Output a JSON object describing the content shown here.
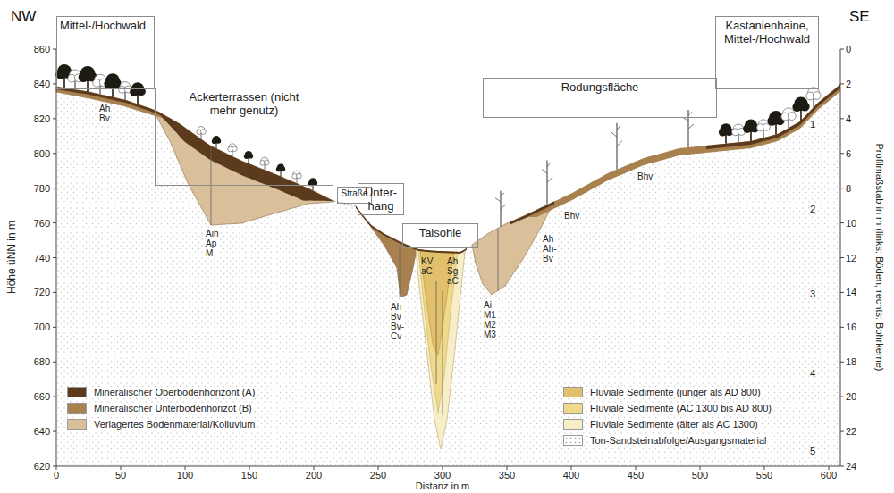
{
  "diagram": {
    "nodes": [
      {
        "text": [
          "Mittel-/Hochwald"
        ]
      },
      {
        "text": [
          "Ackerterrassen (nicht mehr genutz)"
        ]
      },
      {
        "text": [
          "Straße"
        ]
      },
      {
        "text": [
          "Unter- hang"
        ]
      },
      {
        "text": [
          "Talsohle"
        ]
      },
      {
        "text": [
          "Rodungsfläche"
        ]
      },
      {
        "text": [
          "Kastanienhaine, Mittel-/Hochwald"
        ]
      }
    ],
    "labels": [
      "NW",
      "SE",
      "620",
      "640",
      "660",
      "680",
      "700",
      "720",
      "740",
      "760",
      "780",
      "800",
      "820",
      "840",
      "860",
      "0",
      "50",
      "100",
      "150",
      "200",
      "250",
      "300",
      "350",
      "400",
      "450",
      "500",
      "550",
      "600",
      "0",
      "2",
      "4",
      "6",
      "8",
      "10",
      "12",
      "14",
      "16",
      "18",
      "20",
      "22",
      "24",
      "1",
      "2",
      "3",
      "4",
      "5",
      "Höhe üNN in m",
      "Distanz in m",
      "Profilmaßstab in m (links: Böden, rechts: Bohrkerne)",
      "Ah Bv",
      "Aih Ap M",
      "Ah Bv Bv- Cv",
      "KV aC",
      "Ah Sg aC",
      "Ai M1 M2 M3",
      "Ah Ah- Bv",
      "Bhv",
      "Bhv"
    ],
    "legend": [
      {
        "text": "Mineralischer Oberbodenhorizont (A)",
        "color": "#5b3b1c"
      },
      {
        "text": "Mineralischer Unterbodenhorizot (B)",
        "color": "#a9814f"
      },
      {
        "text": "Verlagertes Bodenmaterial/Kolluvium",
        "color": "#d9c09a"
      },
      {
        "text": "Fluviale Sedimente (jünger als AD 800)",
        "color": "#e2bf6a"
      },
      {
        "text": "Fluviale Sedimente (AC 1300 bis AD 800)",
        "color": "#eed98c"
      },
      {
        "text": "Fluviale Sedimente (älter als AC 1300)",
        "color": "#f7eec8"
      },
      {
        "text": "Ton-Sandsteinabfolge/Ausgangsmaterial"
      }
    ]
  }
}
